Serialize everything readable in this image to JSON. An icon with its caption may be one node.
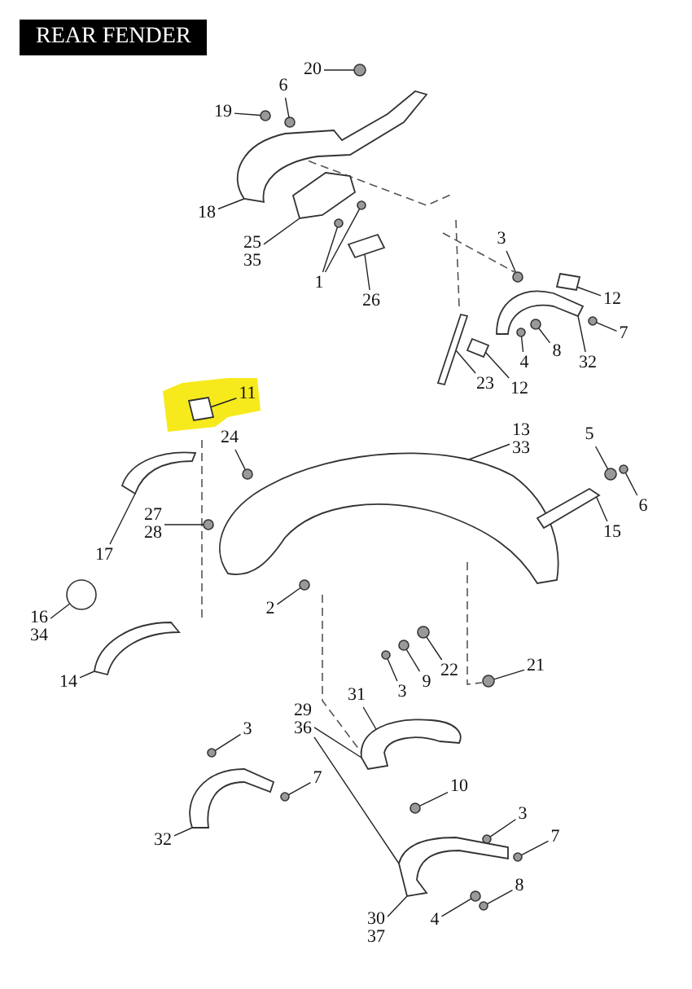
{
  "diagram": {
    "title": "REAR FENDER",
    "nodes": [
      {
        "text": [
          "20"
        ]
      },
      {
        "text": [],
        "shape": "circle"
      },
      {
        "text": [
          "6"
        ]
      },
      {
        "text": [],
        "shape": "circle"
      },
      {
        "text": [
          "19"
        ]
      },
      {
        "text": [],
        "shape": "circle"
      },
      {
        "text": [
          "18"
        ]
      },
      {
        "text": [],
        "shape": "picture"
      },
      {
        "text": [
          "25 35"
        ]
      },
      {
        "text": [],
        "shape": "picture"
      },
      {
        "text": [
          "1"
        ]
      },
      {
        "text": [],
        "shape": "circle"
      },
      {
        "text": [],
        "shape": "circle"
      },
      {
        "text": [
          "26"
        ]
      },
      {
        "text": [],
        "shape": "picture"
      },
      {
        "text": [
          "3"
        ]
      },
      {
        "text": [],
        "shape": "circle"
      },
      {
        "text": [
          "12"
        ]
      },
      {
        "text": [],
        "shape": "picture"
      },
      {
        "text": [
          "7"
        ]
      },
      {
        "text": [],
        "shape": "circle"
      },
      {
        "text": [
          "8"
        ]
      },
      {
        "text": [],
        "shape": "circle"
      },
      {
        "text": [
          "4"
        ]
      },
      {
        "text": [],
        "shape": "circle"
      },
      {
        "text": [
          "32"
        ]
      },
      {
        "text": [],
        "shape": "picture"
      },
      {
        "text": [
          "23"
        ]
      },
      {
        "text": [],
        "shape": "picture"
      },
      {
        "text": [
          "12"
        ]
      },
      {
        "text": [],
        "shape": "picture"
      },
      {
        "text": [
          "11"
        ]
      },
      {
        "text": [],
        "shape": "picture"
      },
      {
        "text": [
          "24"
        ]
      },
      {
        "text": [],
        "shape": "circle"
      },
      {
        "text": [
          "13 33"
        ]
      },
      {
        "text": [],
        "shape": "picture"
      },
      {
        "text": [
          "5"
        ]
      },
      {
        "text": [],
        "shape": "circle"
      },
      {
        "text": [
          "6"
        ]
      },
      {
        "text": [],
        "shape": "circle"
      },
      {
        "text": [
          "15"
        ]
      },
      {
        "text": [],
        "shape": "picture"
      },
      {
        "text": [
          "27 28"
        ]
      },
      {
        "text": [],
        "shape": "circle"
      },
      {
        "text": [
          "17"
        ]
      },
      {
        "text": [],
        "shape": "picture"
      },
      {
        "text": [
          "16 34"
        ]
      },
      {
        "text": [],
        "shape": "circle"
      },
      {
        "text": [
          "2"
        ]
      },
      {
        "text": [],
        "shape": "circle"
      },
      {
        "text": [
          "14"
        ]
      },
      {
        "text": [],
        "shape": "picture"
      },
      {
        "text": [
          "3"
        ]
      },
      {
        "text": [],
        "shape": "circle"
      },
      {
        "text": [
          "9"
        ]
      },
      {
        "text": [],
        "shape": "circle"
      },
      {
        "text": [
          "22"
        ]
      },
      {
        "text": [],
        "shape": "circle"
      },
      {
        "text": [
          "21"
        ]
      },
      {
        "text": [],
        "shape": "circle"
      },
      {
        "text": [
          "31"
        ]
      },
      {
        "text": [],
        "shape": "picture"
      },
      {
        "text": [
          "29 36"
        ]
      },
      {
        "text": [
          "3"
        ]
      },
      {
        "text": [],
        "shape": "circle"
      },
      {
        "text": [
          "7"
        ]
      },
      {
        "text": [],
        "shape": "circle"
      },
      {
        "text": [
          "32"
        ]
      },
      {
        "text": [],
        "shape": "picture"
      },
      {
        "text": [
          "10"
        ]
      },
      {
        "text": [],
        "shape": "circle"
      },
      {
        "text": [
          "3"
        ]
      },
      {
        "text": [],
        "shape": "circle"
      },
      {
        "text": [
          "7"
        ]
      },
      {
        "text": [],
        "shape": "circle"
      },
      {
        "text": [
          "8"
        ]
      },
      {
        "text": [],
        "shape": "circle"
      },
      {
        "text": [
          "4"
        ]
      },
      {
        "text": [],
        "shape": "circle"
      },
      {
        "text": [
          "30 37"
        ]
      },
      {
        "text": [],
        "shape": "picture"
      }
    ],
    "edges": [
      {
        "from": 0,
        "to": 1,
        "arrow": "none"
      },
      {
        "from": 2,
        "to": 3,
        "arrow": "none"
      },
      {
        "from": 4,
        "to": 5,
        "arrow": "none"
      },
      {
        "from": 6,
        "to": 7,
        "arrow": "none"
      },
      {
        "from": 8,
        "to": 9,
        "arrow": "none"
      },
      {
        "from": 10,
        "to": 11,
        "arrow": "none"
      },
      {
        "from": 10,
        "to": 12,
        "arrow": "none"
      },
      {
        "from": 13,
        "to": 14,
        "arrow": "none"
      },
      {
        "from": 15,
        "to": 16,
        "arrow": "none"
      },
      {
        "from": 17,
        "to": 18,
        "arrow": "none"
      },
      {
        "from": 19,
        "to": 20,
        "arrow": "none"
      },
      {
        "from": 21,
        "to": 22,
        "arrow": "none"
      },
      {
        "from": 23,
        "to": 24,
        "arrow": "none"
      },
      {
        "from": 25,
        "to": 26,
        "arrow": "none"
      },
      {
        "from": 27,
        "to": 28,
        "arrow": "none"
      },
      {
        "from": 29,
        "to": 30,
        "arrow": "none"
      },
      {
        "from": 31,
        "to": 32,
        "arrow": "none"
      },
      {
        "from": 33,
        "to": 34,
        "arrow": "none"
      },
      {
        "from": 35,
        "to": 36,
        "arrow": "none"
      },
      {
        "from": 37,
        "to": 38,
        "arrow": "none"
      },
      {
        "from": 39,
        "to": 40,
        "arrow": "none"
      },
      {
        "from": 41,
        "to": 42,
        "arrow": "none"
      },
      {
        "from": 43,
        "to": 44,
        "arrow": "none"
      },
      {
        "from": 45,
        "to": 46,
        "arrow": "none"
      },
      {
        "from": 47,
        "to": 48,
        "arrow": "none"
      },
      {
        "from": 49,
        "to": 50,
        "arrow": "none"
      },
      {
        "from": 51,
        "to": 52,
        "arrow": "none"
      },
      {
        "from": 53,
        "to": 54,
        "arrow": "none"
      },
      {
        "from": 55,
        "to": 56,
        "arrow": "none"
      },
      {
        "from": 57,
        "to": 58,
        "arrow": "none"
      },
      {
        "from": 59,
        "to": 60,
        "arrow": "none"
      },
      {
        "from": 61,
        "to": 62,
        "arrow": "none"
      },
      {
        "from": 63,
        "to": 62,
        "arrow": "none"
      },
      {
        "from": 63,
        "to": 81,
        "arrow": "none"
      },
      {
        "from": 64,
        "to": 65,
        "arrow": "none"
      },
      {
        "from": 66,
        "to": 67,
        "arrow": "none"
      },
      {
        "from": 68,
        "to": 69,
        "arrow": "none"
      },
      {
        "from": 70,
        "to": 71,
        "arrow": "none"
      },
      {
        "from": 72,
        "to": 73,
        "arrow": "none"
      },
      {
        "from": 74,
        "to": 75,
        "arrow": "none"
      },
      {
        "from": 76,
        "to": 77,
        "arrow": "none"
      },
      {
        "from": 78,
        "to": 79,
        "arrow": "none"
      },
      {
        "from": 80,
        "to": 81,
        "arrow": "none"
      }
    ]
  }
}
